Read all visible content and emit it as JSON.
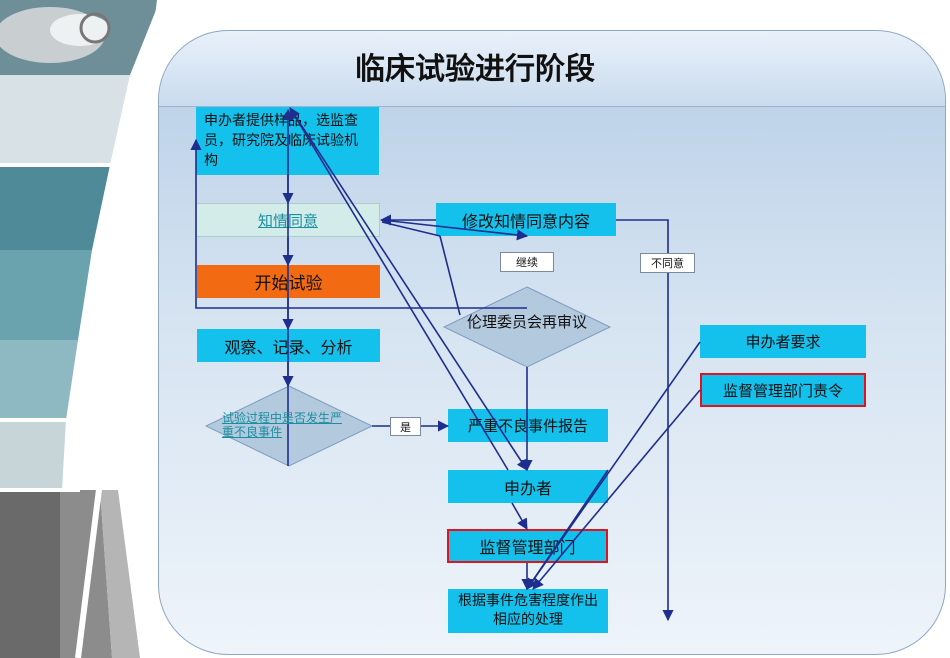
{
  "title": "临床试验进行阶段",
  "nodes": {
    "sponsor_provides": "申办者提供样品，选监查员，研究院及临床试验机构",
    "informed_consent": "知情同意",
    "start_trial": "开始试验",
    "observe": "观察、记录、分析",
    "adverse_question": "试验过程中是否发生严重不良事件",
    "revise_consent": "修改知情同意内容",
    "ethics_review": "伦理委员会再审议",
    "sae_report": "严重不良事件报告",
    "sponsor": "申办者",
    "supervision": "监督管理部门",
    "handle": "根据事件危害程度作出相应的处理",
    "sponsor_request": "申办者要求",
    "supervision_order": "监督管理部门责令"
  },
  "labels": {
    "continue": "继续",
    "disagree": "不同意",
    "yes": "是"
  },
  "colors": {
    "box": "#14c0ec",
    "start": "#f26a12",
    "arrow": "#1e2e8e",
    "alert_border": "#e0141e"
  }
}
